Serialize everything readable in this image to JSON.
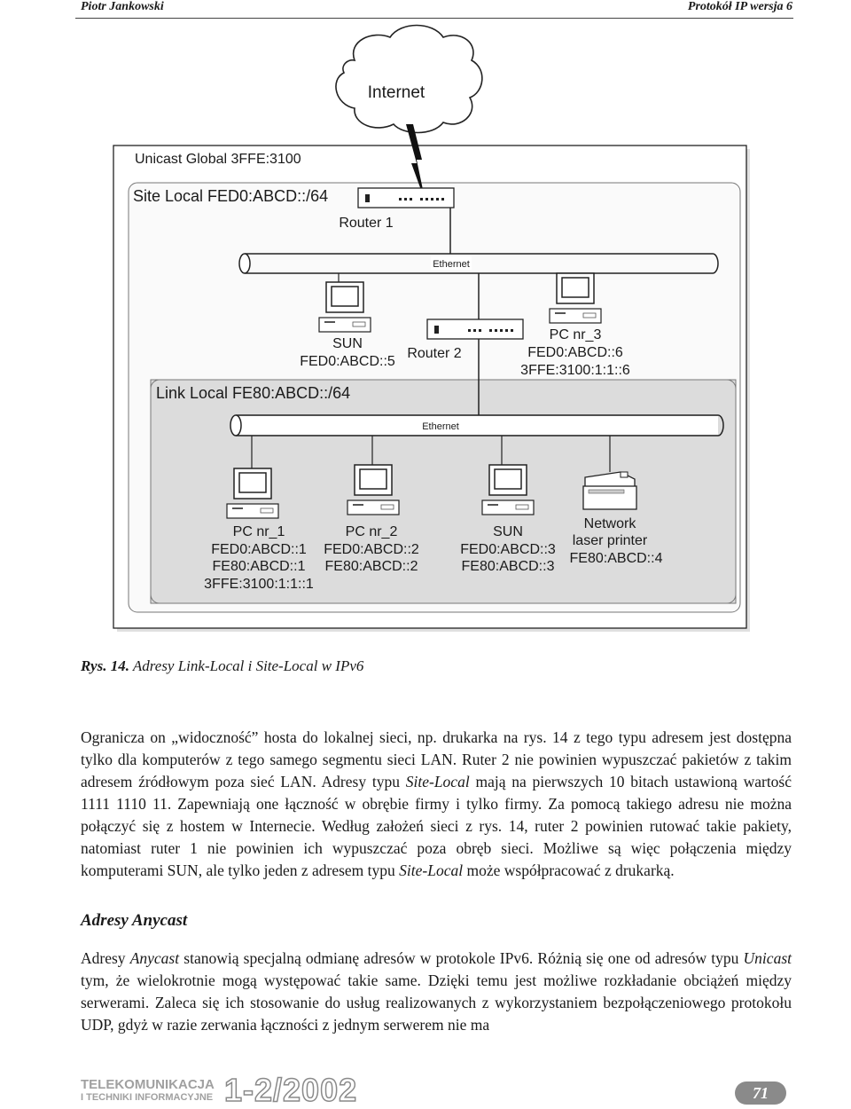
{
  "header": {
    "author": "Piotr Jankowski",
    "title": "Protokół IP wersja 6"
  },
  "figure": {
    "internet": "Internet",
    "unicast_global": "Unicast Global 3FFE:3100",
    "site_local": "Site Local FED0:ABCD::/64",
    "link_local": "Link Local FE80:ABCD::/64",
    "router1": "Router 1",
    "router2": "Router 2",
    "ethernet_top": "Ethernet",
    "ethernet_bottom": "Ethernet",
    "sun_top": [
      "SUN",
      "FED0:ABCD::5"
    ],
    "pc3": [
      "PC nr_3",
      "FED0:ABCD::6",
      "3FFE:3100:1:1::6"
    ],
    "pc1": [
      "PC nr_1",
      "FED0:ABCD::1",
      "FE80:ABCD::1",
      "3FFE:3100:1:1::1"
    ],
    "pc2": [
      "PC nr_2",
      "FED0:ABCD::2",
      "FE80:ABCD::2"
    ],
    "sun_bottom": [
      "SUN",
      "FED0:ABCD::3",
      "FE80:ABCD::3"
    ],
    "printer": [
      "Network",
      "laser printer",
      "FE80:ABCD::4"
    ]
  },
  "caption": {
    "label": "Rys. 14.",
    "text": "Adresy Link-Local i Site-Local w IPv6"
  },
  "para1": {
    "t1": "Ogranicza on „widoczność” hosta do lokalnej sieci, np. drukarka na rys. 14 z tego typu adresem jest dostępna tylko dla komputerów z tego samego segmentu sieci LAN. Ruter 2 nie powinien wypuszczać pakietów z takim adresem źródłowym poza sieć LAN. Adresy typu ",
    "i1": "Site-Local",
    "t2": " mają na pierwszych 10 bitach ustawioną wartość 1111 1110 11. Zapewniają one łączność w obrębie firmy i tylko firmy. Za pomocą takiego adresu nie można połączyć się z hostem w Internecie. Według założeń sieci z rys. 14, ruter 2 powinien rutować takie pakiety, natomiast ruter 1 nie powinien ich wypuszczać poza obręb sieci. Możliwe są więc połączenia między komputerami SUN, ale tylko jeden z adresem typu ",
    "i2": "Site-Local",
    "t3": " może współpracować z drukarką."
  },
  "section_title": "Adresy Anycast",
  "para2": {
    "t1": "Adresy ",
    "i1": "Anycast",
    "t2": " stanowią specjalną odmianę adresów w protokole IPv6. Różnią się one od adresów typu ",
    "i2": "Unicast",
    "t3": " tym, że wielokrotnie mogą występować takie same. Dzięki temu jest możliwe rozkładanie obciążeń między serwerami. Zaleca się ich stosowanie do usług realizowanych z wykorzystaniem bezpołączeniowego protokołu UDP, gdyż w razie zerwania łączności z jednym serwerem nie ma"
  },
  "footer": {
    "brand_line1": "TELEKOMUNIKACJA",
    "brand_line2": "I TECHNIKI INFORMACYJNE",
    "issue": "1-2/2002",
    "page": "71"
  }
}
